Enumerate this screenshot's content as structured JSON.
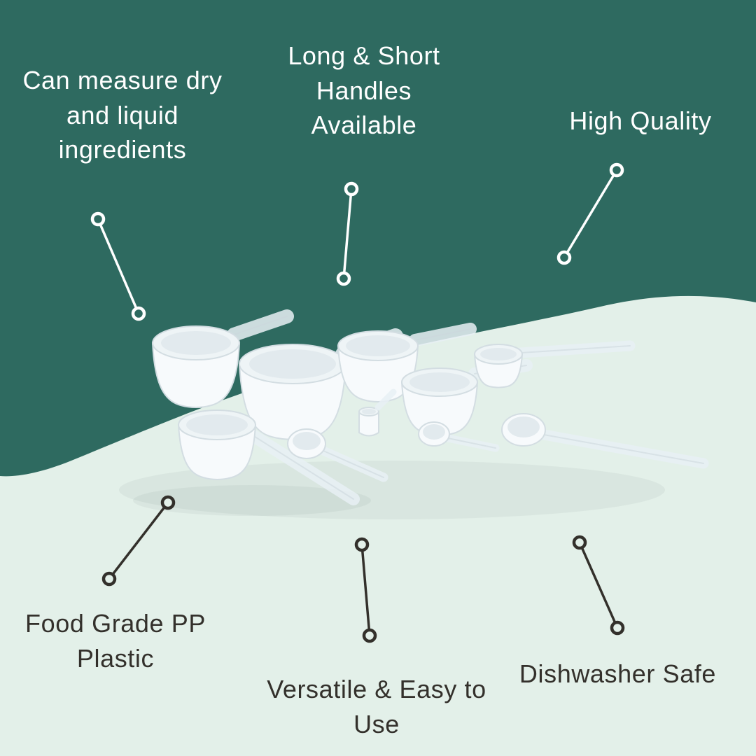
{
  "colors": {
    "top_background": "#2E6A60",
    "bottom_background": "#E3F0E9",
    "light_text": "#FFFFFF",
    "dark_text": "#33302B",
    "light_pointer_line": "#FFFFFF",
    "dark_pointer_line": "#33302B"
  },
  "product_photo": "white-plastic-measuring-scoops",
  "callouts": {
    "measure": {
      "label": "Can measure dry\nand liquid\ningredients"
    },
    "handles": {
      "label": "Long & Short\nHandles\nAvailable"
    },
    "quality": {
      "label": "High Quality"
    },
    "material": {
      "label": "Food Grade PP\nPlastic"
    },
    "versatile": {
      "label": "Versatile & Easy to\nUse"
    },
    "dishwasher": {
      "label": "Dishwasher Safe"
    }
  }
}
